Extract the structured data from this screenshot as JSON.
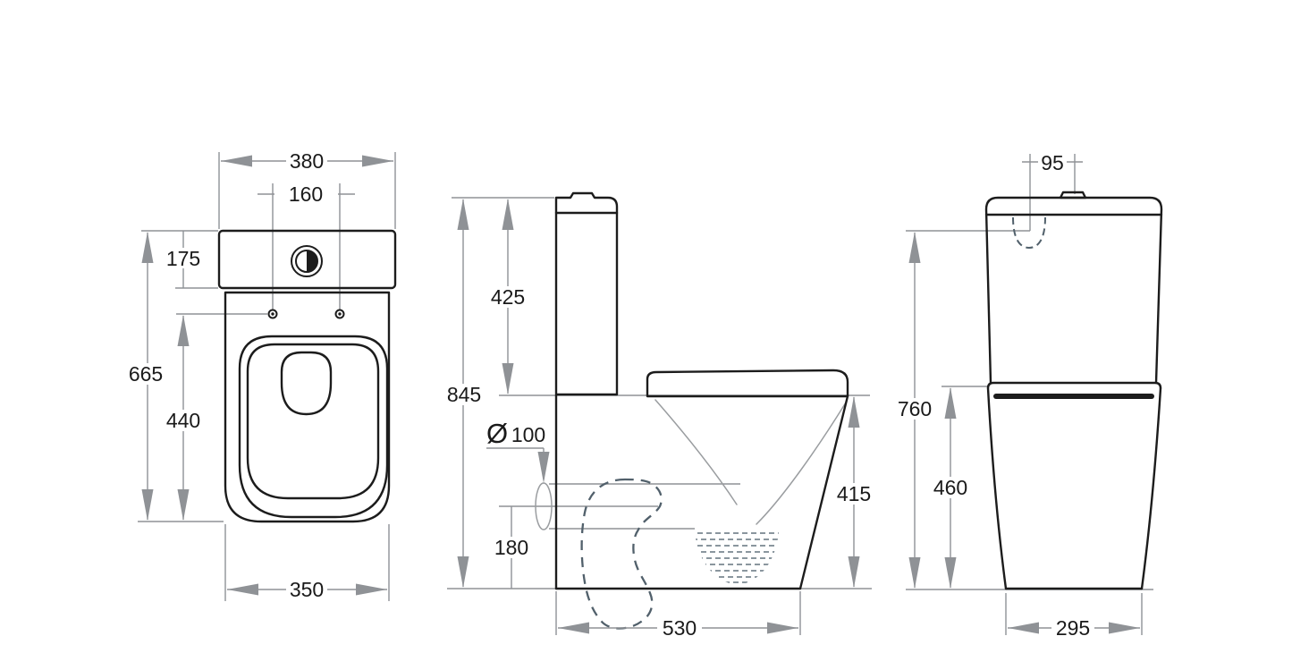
{
  "drawing": {
    "kind": "dimension-drawing",
    "views": {
      "top": {
        "dims": {
          "overall_width": "380",
          "seat_hole_spacing": "160",
          "tank_depth": "175",
          "overall_length": "665",
          "seat_length": "440",
          "bowl_width": "350"
        }
      },
      "side": {
        "dims": {
          "tank_height": "425",
          "overall_height": "845",
          "outlet_diameter_symbol": "Ø",
          "outlet_diameter_value": "100",
          "outlet_center_height": "180",
          "rim_height": "415",
          "overall_depth": "530"
        }
      },
      "front": {
        "dims": {
          "inlet_to_button": "95",
          "inlet_height": "760",
          "body_height": "460",
          "base_width": "295"
        }
      }
    },
    "colors": {
      "outline": "#1c1c1c",
      "dimension": "#8f9296",
      "hidden_line": "#51606b",
      "background": "#ffffff",
      "text": "#1a1a1a"
    }
  }
}
